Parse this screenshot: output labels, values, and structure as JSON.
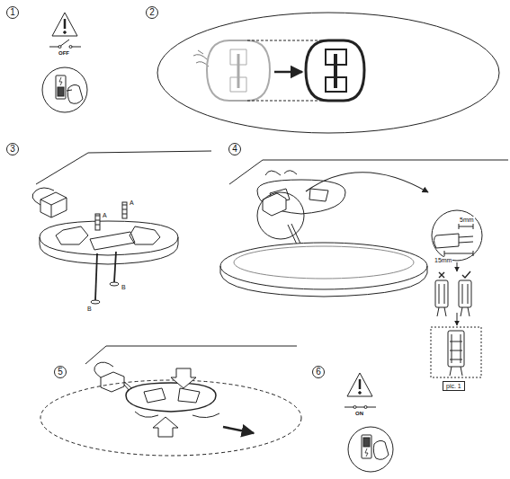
{
  "diagram": {
    "labels": [
      "1",
      "OFF",
      "2",
      "3",
      "A",
      "A",
      "B",
      "B",
      "4",
      "5mm",
      "15mm",
      "pic. 1",
      "5",
      "6",
      "ON"
    ]
  }
}
